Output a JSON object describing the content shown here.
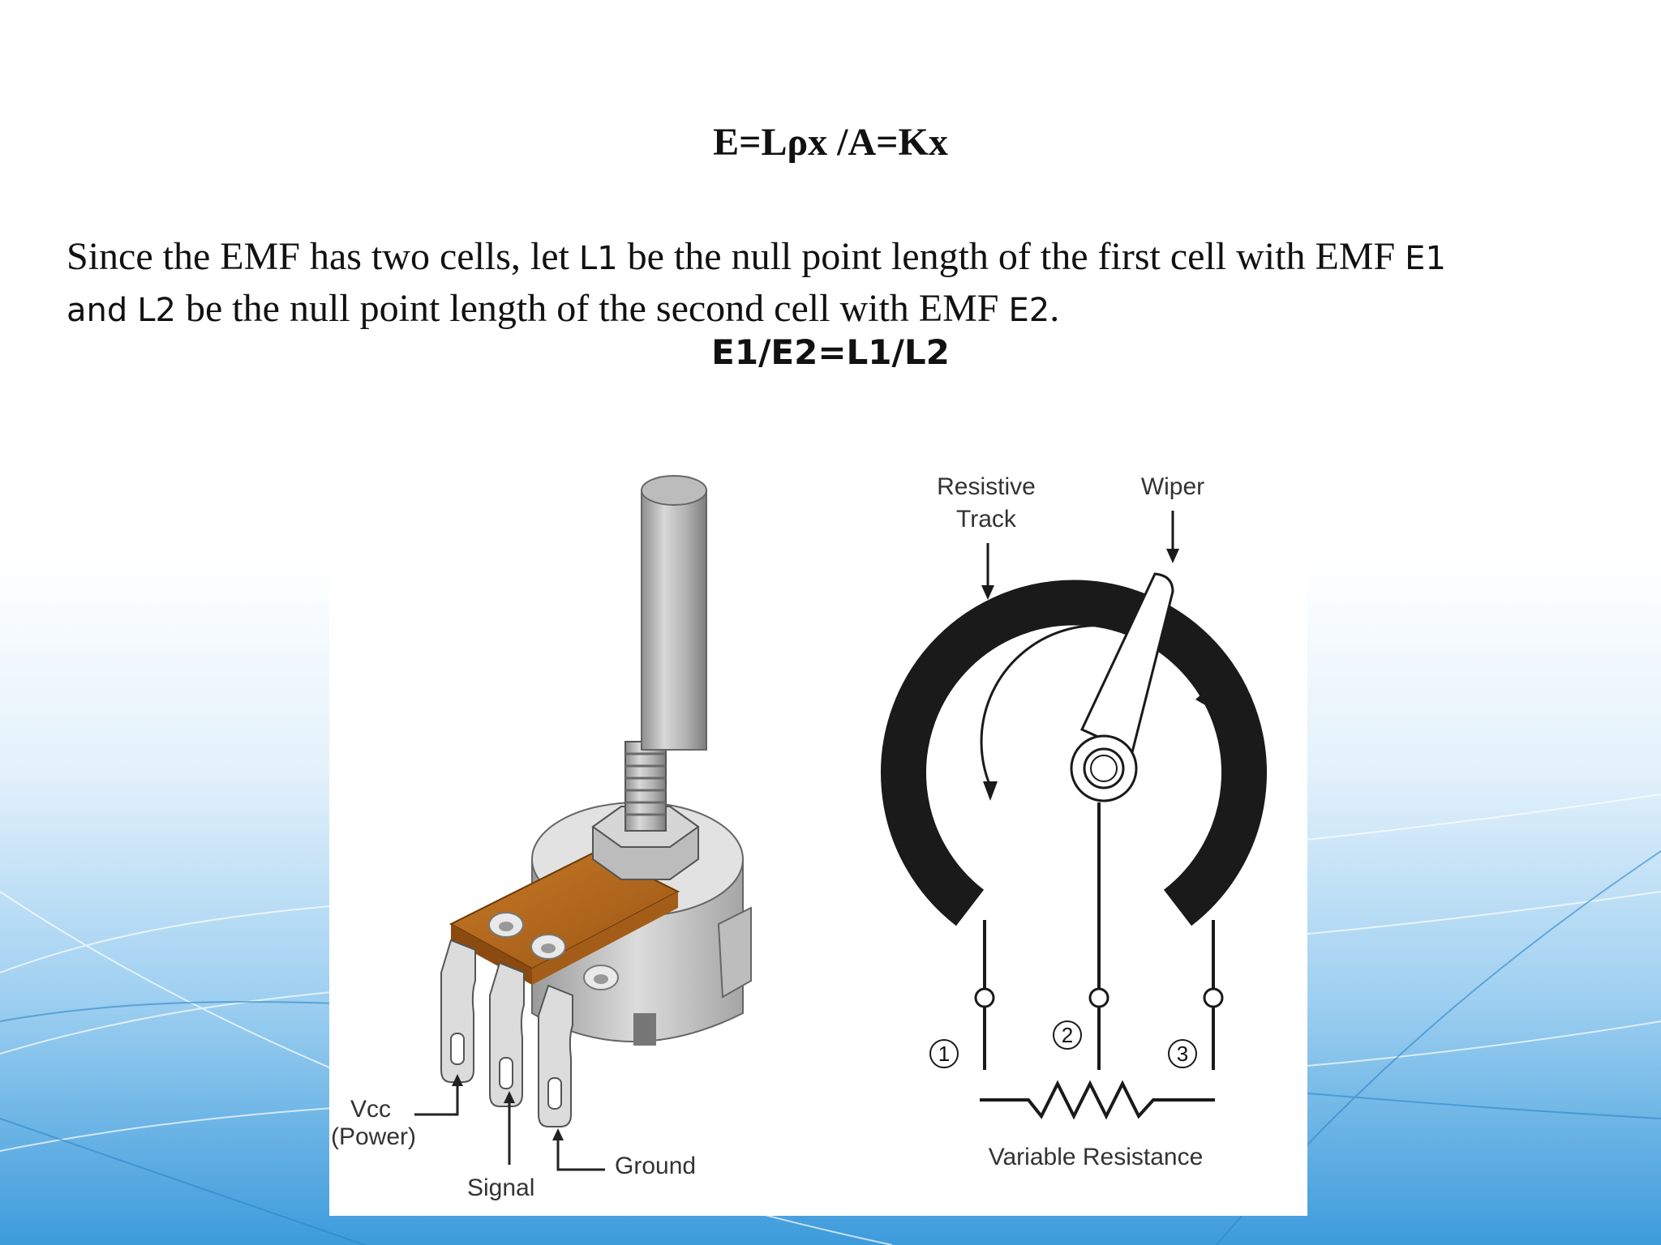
{
  "slide": {
    "formula_top": "E=Lρx /A=Kx",
    "paragraph": {
      "p1": "Since the EMF has two cells, let ",
      "s1": "L1",
      "p2": " be the null point length of the first cell with EMF ",
      "s2": "E1",
      "s3": "and",
      "s4": "L2",
      "p3": " be the null point length of the second cell with EMF ",
      "s5": "E2",
      "p4": "."
    },
    "formula_bottom": "E1/E2=L1/L2"
  },
  "figure": {
    "labels": {
      "resistive": "Resistive",
      "track": "Track",
      "wiper": "Wiper",
      "vcc": "Vcc",
      "power": "(Power)",
      "signal": "Signal",
      "ground": "Ground",
      "variable_resistance": "Variable Resistance"
    },
    "pins": [
      "1",
      "2",
      "3"
    ]
  },
  "colors": {
    "background_accent": "#4aa3dc",
    "bracket": "#b86a1d",
    "metal": "#c9c9c9",
    "track": "#1a1a1a"
  }
}
